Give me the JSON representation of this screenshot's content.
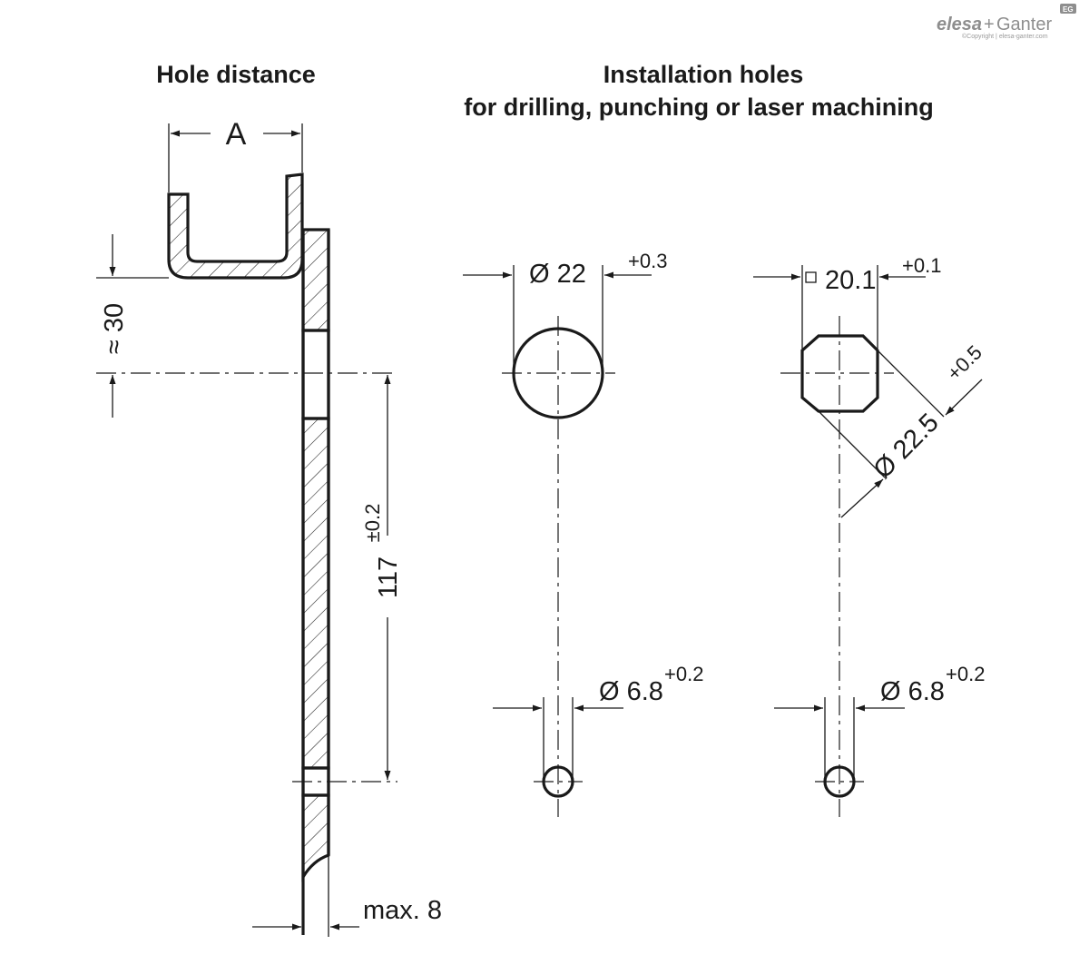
{
  "logo": {
    "brand_left": "elesa",
    "brand_plus": "+",
    "brand_right": "Ganter",
    "copyright": "©Copyright | elesa-ganter.com",
    "badge": "EG"
  },
  "titles": {
    "hole_distance": "Hole distance",
    "installation_line1": "Installation holes",
    "installation_line2": "for drilling, punching or laser machining"
  },
  "left_drawing": {
    "dim_A": "A",
    "dim_approx30": "≈ 30",
    "dim_117": "117",
    "dim_117_tol": "±0.2",
    "dim_max8": "max. 8"
  },
  "round_hole": {
    "dia_label": "Ø 22",
    "dia_tol": "+0.3",
    "small_dia_label": "Ø 6.8",
    "small_dia_tol": "+0.2"
  },
  "square_hole": {
    "square_symbol": "□",
    "size_label": "20.1",
    "size_tol": "+0.1",
    "diag_label": "Ø 22.5",
    "diag_tol": "+0.5",
    "small_dia_label": "Ø 6.8",
    "small_dia_tol": "+0.2"
  },
  "colors": {
    "ink": "#1a1a1a",
    "logo_grey": "#8e8e8e"
  },
  "icons": [
    "elesa-ganter-logo"
  ]
}
